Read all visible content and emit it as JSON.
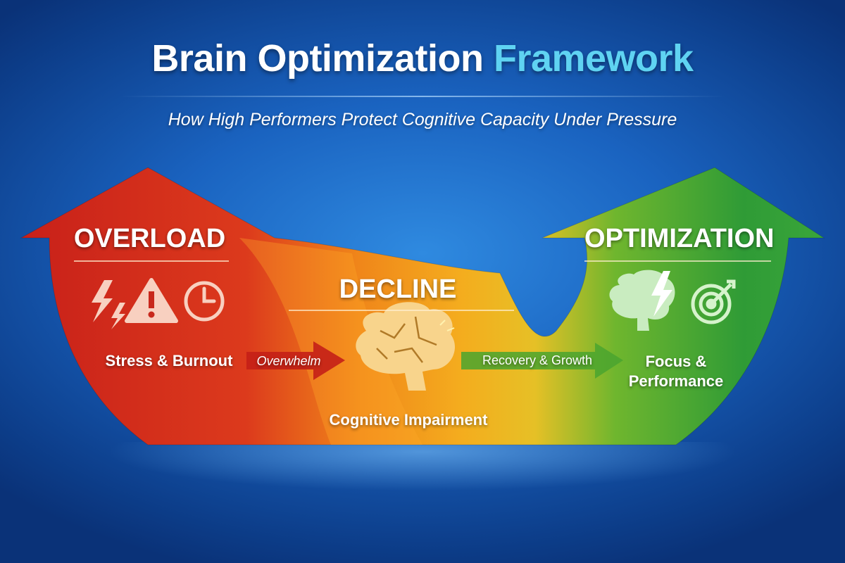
{
  "header": {
    "title_main": "Brain Optimization",
    "title_accent": "Framework",
    "subtitle": "How High Performers Protect Cognitive Capacity Under Pressure"
  },
  "stages": {
    "overload": {
      "title": "OVERLOAD",
      "caption": "Stress & Burnout",
      "icons": [
        "lightning-icon",
        "warning-icon",
        "clock-icon"
      ]
    },
    "decline": {
      "title": "DECLINE",
      "caption": "Cognitive Impairment",
      "icons": [
        "brain-icon"
      ]
    },
    "optimization": {
      "title": "OPTIMIZATION",
      "caption_line1": "Focus &",
      "caption_line2": "Performance",
      "icons": [
        "brain-lightning-icon",
        "target-icon"
      ]
    }
  },
  "transitions": {
    "overwhelm": "Overwhelm",
    "recovery": "Recovery & Growth"
  },
  "colors": {
    "red": "#d42a1e",
    "orange": "#f08a18",
    "yellow": "#f3bd22",
    "green": "#2f9b36",
    "accent": "#5fd3f2"
  }
}
